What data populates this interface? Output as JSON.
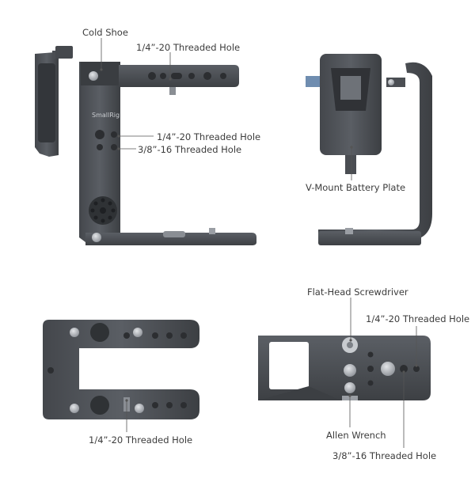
{
  "labels": {
    "cold_shoe": "Cold Shoe",
    "top_threaded_hole": "1/4”-20 Threaded Hole",
    "side_threaded_hole": "1/4”-20 Threaded Hole",
    "side_38_threaded_hole": "3/8”-16 Threaded Hole",
    "vmount_plate": "V-Mount Battery Plate",
    "bottom_left_threaded_hole": "1/4”-20 Threaded Hole",
    "flat_head_screwdriver": "Flat-Head Screwdriver",
    "right_threaded_hole": "1/4”-20 Threaded Hole",
    "allen_wrench": "Allen Wrench",
    "right_38_threaded_hole": "3/8”-16 Threaded Hole"
  },
  "brand_logo_text": "SmallRig",
  "colors": {
    "metal_dark": "#3a3c40",
    "metal_mid": "#55585d",
    "metal_light": "#7c8086",
    "screw": "#b8bcc2",
    "accent_blue": "#6f8db0"
  }
}
